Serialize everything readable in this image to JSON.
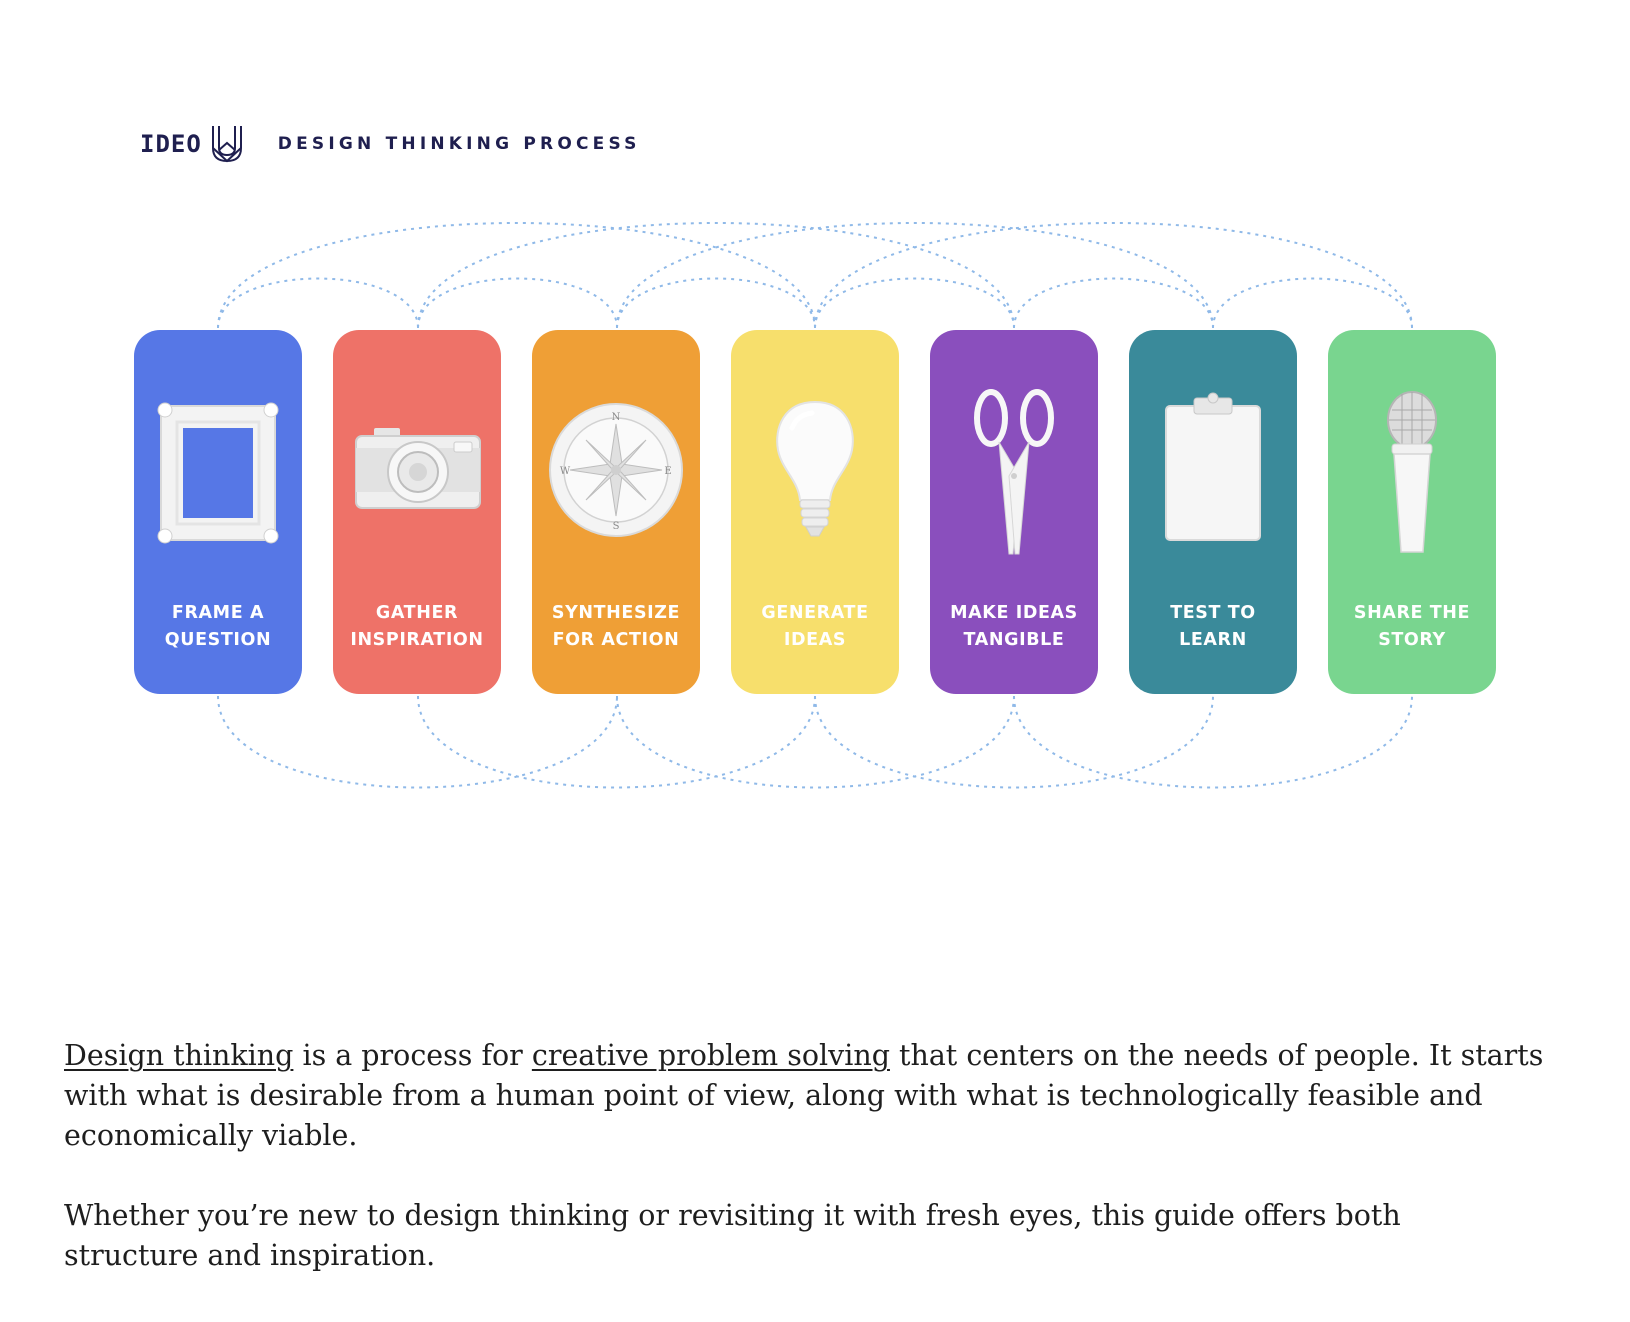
{
  "header": {
    "logo_text": "IDEO",
    "title": "DESIGN THINKING PROCESS"
  },
  "steps": [
    {
      "line1": "FRAME A",
      "line2": "QUESTION",
      "color": "#5677e6",
      "icon": "picture-frame-icon"
    },
    {
      "line1": "GATHER",
      "line2": "INSPIRATION",
      "color": "#ee7268",
      "icon": "camera-icon"
    },
    {
      "line1": "SYNTHESIZE",
      "line2": "FOR ACTION",
      "color": "#ef9f36",
      "icon": "compass-icon"
    },
    {
      "line1": "GENERATE",
      "line2": "IDEAS",
      "color": "#f7df6c",
      "icon": "lightbulb-icon"
    },
    {
      "line1": "MAKE IDEAS",
      "line2": "TANGIBLE",
      "color": "#8a4fbd",
      "icon": "scissors-icon"
    },
    {
      "line1": "TEST TO",
      "line2": "LEARN",
      "color": "#3a8a9a",
      "icon": "clipboard-icon"
    },
    {
      "line1": "SHARE THE",
      "line2": "STORY",
      "color": "#79d58f",
      "icon": "microphone-icon"
    }
  ],
  "loop_color": "#8fb9e8",
  "intro": {
    "link1": "Design thinking",
    "text1": " is a process for ",
    "link2": "creative problem solving",
    "text2": " that centers on the needs of people. It starts with what is desirable from a human point of view, along with what is technologically feasible and economically viable.",
    "paragraph2": "Whether you’re new to design thinking or revisiting it with fresh eyes, this guide offers both structure and inspiration."
  }
}
